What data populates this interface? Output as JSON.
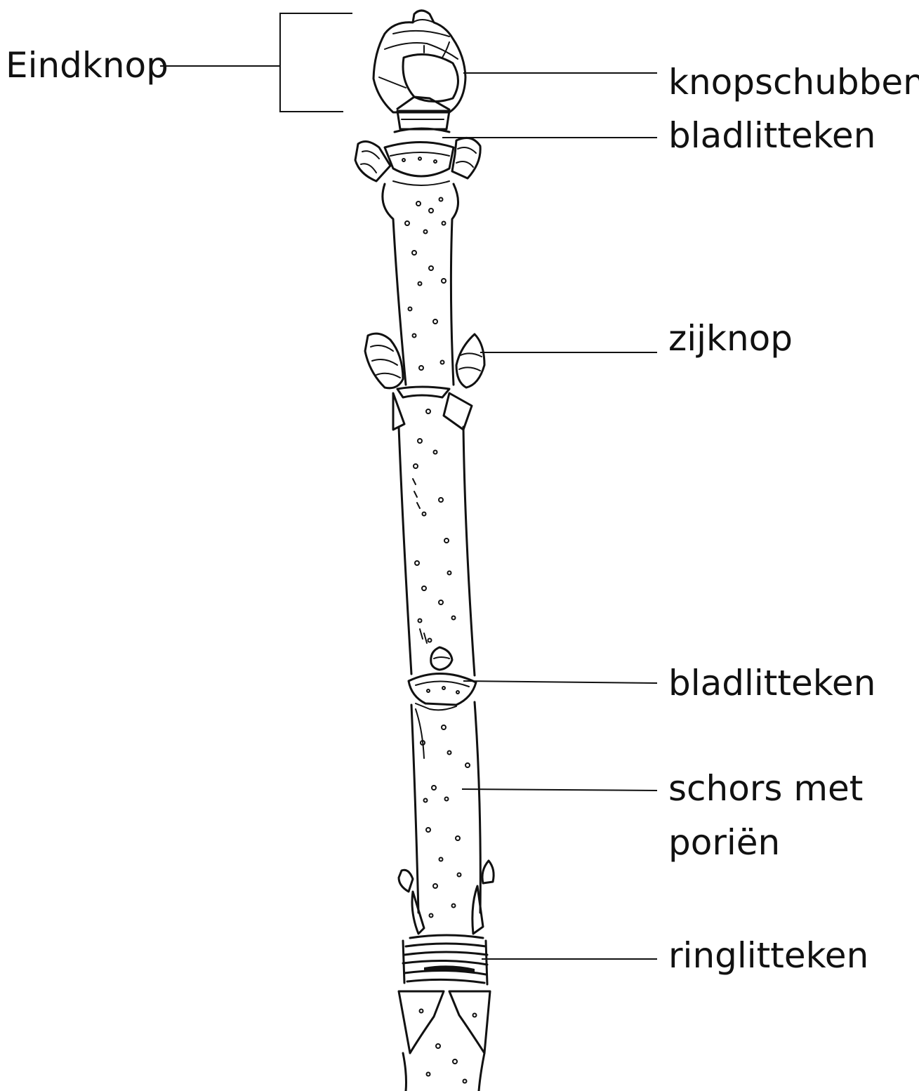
{
  "labels": {
    "eindknop": "Eindknop",
    "knopschubben": "knopschubben",
    "bladlitteken_top": "bladlitteken",
    "zijknop": "zijknop",
    "bladlitteken_mid": "bladlitteken",
    "schors_line1": "schors met",
    "schors_line2": "poriën",
    "ringlitteken": "ringlitteken"
  },
  "colors": {
    "ink": "#111111",
    "background": "#ffffff"
  }
}
